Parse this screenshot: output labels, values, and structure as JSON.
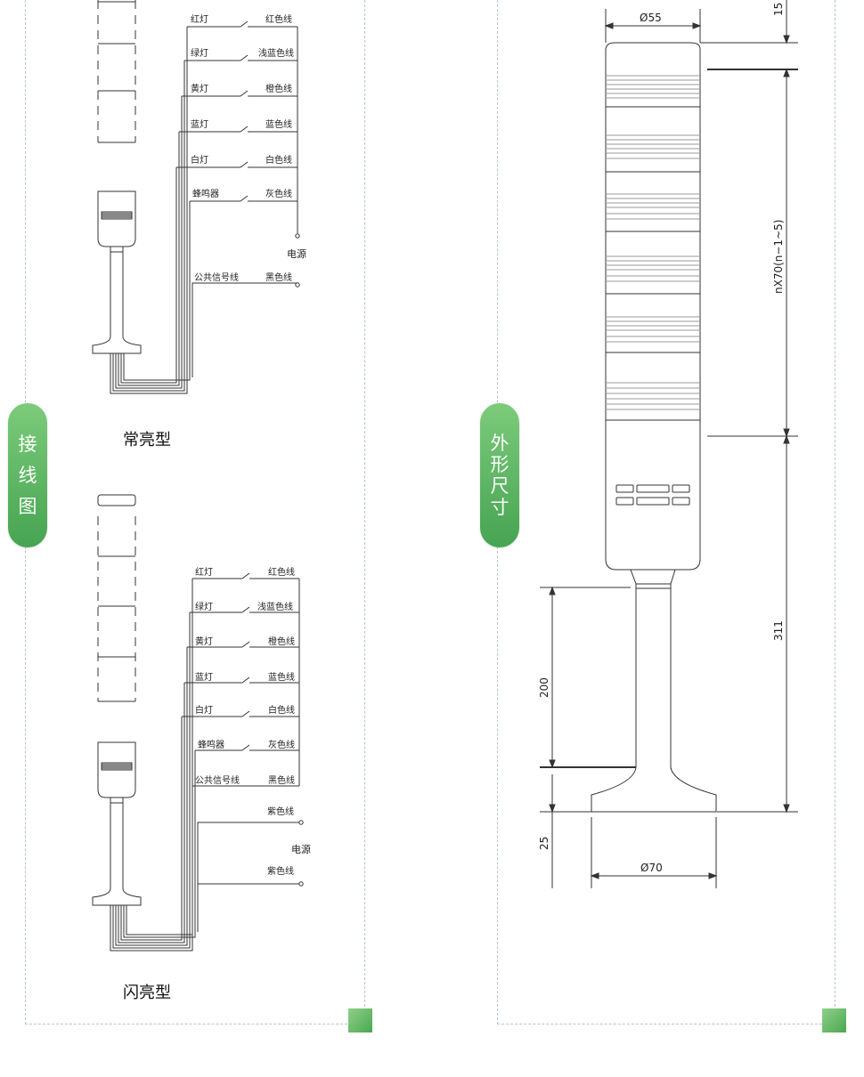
{
  "sections": {
    "wiring": {
      "title_chars": [
        "接",
        "线",
        "图"
      ],
      "diagram_steady": {
        "caption": "常亮型",
        "lamps": [
          "红灯",
          "绿灯",
          "黄灯",
          "蓝灯",
          "白灯",
          "蜂鸣器"
        ],
        "wires": [
          "红色线",
          "浅蓝色线",
          "橙色线",
          "蓝色线",
          "白色线",
          "灰色线"
        ],
        "power_label": "电源",
        "common_label": "公共信号线",
        "common_wire": "黑色线"
      },
      "diagram_flash": {
        "caption": "闪亮型",
        "lamps": [
          "红灯",
          "绿灯",
          "黄灯",
          "蓝灯",
          "白灯",
          "蜂鸣器",
          "公共信号线"
        ],
        "wires": [
          "红色线",
          "浅蓝色线",
          "橙色线",
          "蓝色线",
          "白色线",
          "灰色线",
          "黑色线"
        ],
        "power_wires": [
          "紫色线",
          "紫色线"
        ],
        "power_label": "电源"
      }
    },
    "dimensions": {
      "title_chars": [
        "外",
        "形",
        "尺",
        "寸"
      ],
      "top_diameter": "Ø55",
      "top_offset": "15",
      "module_height": "nX70(n−1~5)",
      "pole_height": "200",
      "body_height": "311",
      "base_height": "25",
      "base_diameter": "Ø70"
    }
  },
  "colors": {
    "accent_green": "#5bb65d",
    "line": "#333333",
    "dash": "#b9c4cc"
  }
}
